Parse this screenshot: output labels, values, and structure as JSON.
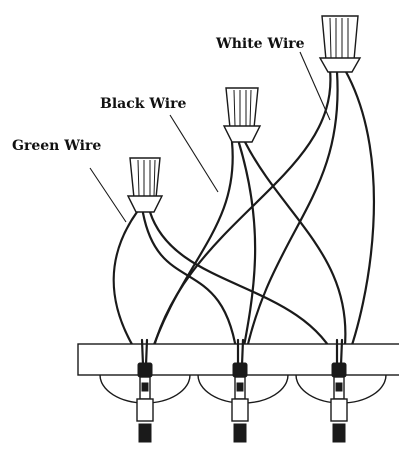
{
  "labels": {
    "white": "White Wire",
    "black": "Black Wire",
    "green": "Green Wire"
  }
}
